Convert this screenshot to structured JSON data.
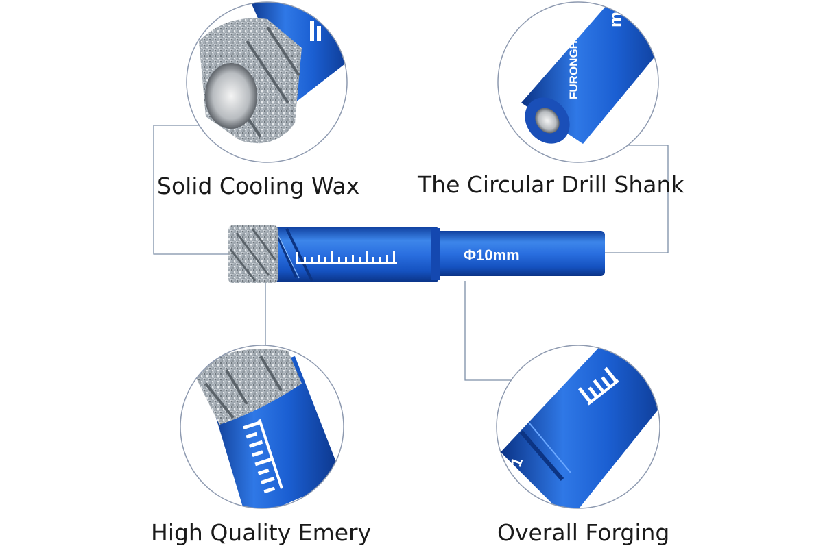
{
  "product": {
    "diameter_marking": "Φ10mm",
    "brand_marking": "FURONGHUA"
  },
  "callouts": [
    {
      "id": "wax",
      "label": "Solid Cooling Wax"
    },
    {
      "id": "shank",
      "label": "The Circular Drill Shank"
    },
    {
      "id": "emery",
      "label": "High Quality Emery"
    },
    {
      "id": "forging",
      "label": "Overall Forging"
    }
  ],
  "colors": {
    "drill_blue": "#1f5fd0",
    "leader_line": "#7d8fa8",
    "circle_outline": "#8e9ab0"
  }
}
